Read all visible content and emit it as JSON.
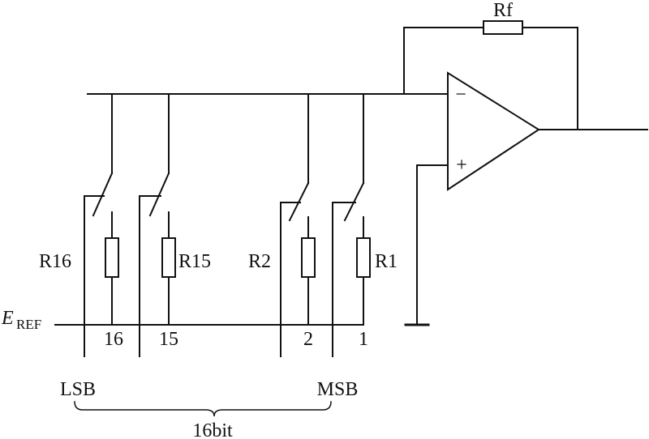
{
  "labels": {
    "rf": "Rf",
    "minus": "−",
    "plus": "+",
    "eref_main": "E",
    "eref_sub": "REF",
    "lsb": "LSB",
    "msb": "MSB",
    "bits": "16bit"
  },
  "resistors": [
    {
      "label": "R16",
      "bit": "16"
    },
    {
      "label": "R15",
      "bit": "15"
    },
    {
      "label": "R2",
      "bit": "2"
    },
    {
      "label": "R1",
      "bit": "1"
    }
  ]
}
